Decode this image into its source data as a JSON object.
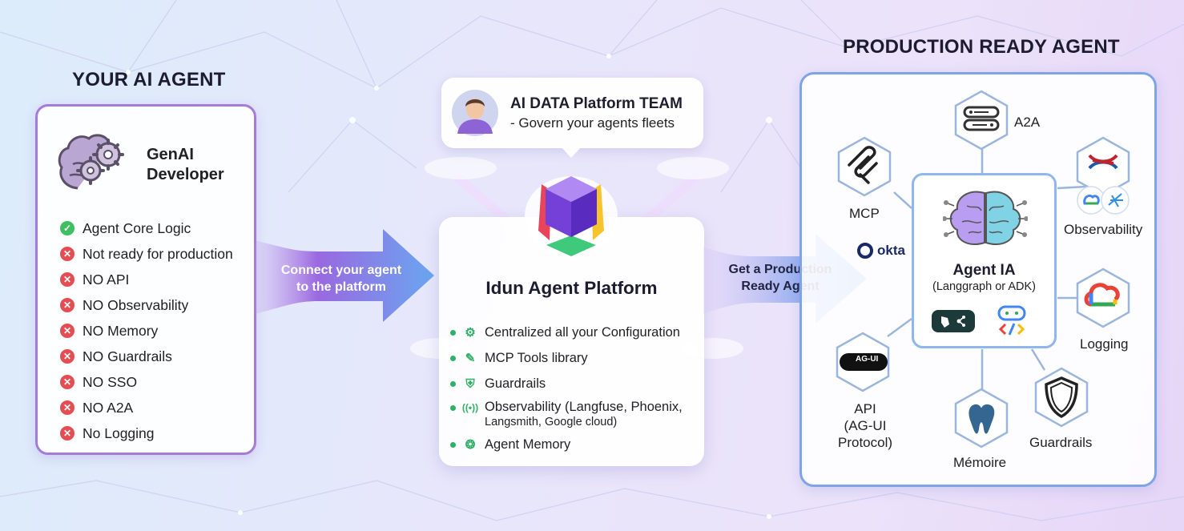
{
  "left": {
    "title": "YOUR AI AGENT",
    "developer_label_line1": "GenAI",
    "developer_label_line2": "Developer",
    "items": [
      {
        "status": "ok",
        "label": "Agent Core Logic"
      },
      {
        "status": "no",
        "label": "Not ready for production"
      },
      {
        "status": "no",
        "label": "NO API"
      },
      {
        "status": "no",
        "label": "NO Observability"
      },
      {
        "status": "no",
        "label": "NO Memory"
      },
      {
        "status": "no",
        "label": "NO Guardrails"
      },
      {
        "status": "no",
        "label": "NO SSO"
      },
      {
        "status": "no",
        "label": "NO A2A"
      },
      {
        "status": "no",
        "label": "No Logging"
      }
    ]
  },
  "arrows": {
    "connect_line1": "Connect your agent",
    "connect_line2": "to the platform",
    "production_line1": "Get a Production",
    "production_line2": "Ready Agent"
  },
  "team": {
    "title": "AI DATA Platform TEAM",
    "subtitle": "- Govern your agents fleets"
  },
  "platform": {
    "title": "Idun Agent Platform",
    "features": [
      {
        "icon": "gear-icon",
        "label": "Centralized all your Configuration"
      },
      {
        "icon": "wrench-icon",
        "label": "MCP Tools library"
      },
      {
        "icon": "shield-icon",
        "label": "Guardrails"
      },
      {
        "icon": "signal-icon",
        "label": "Observability (Langfuse, Phoenix,",
        "label2": "Langsmith, Google cloud)"
      },
      {
        "icon": "brain-icon",
        "label": "Agent Memory"
      }
    ]
  },
  "right": {
    "title": "PRODUCTION READY AGENT",
    "agent_title": "Agent IA",
    "agent_subtitle": "(Langgraph or ADK)",
    "a2a": "A2A",
    "mcp": "MCP",
    "okta": "okta",
    "observability": "Observability",
    "logging": "Logging",
    "api_line1": "API",
    "api_line2": "(AG-UI",
    "api_line3": "Protocol)",
    "agui_badge": "AG-UI",
    "memory": "Mémoire",
    "guardrails": "Guardrails"
  },
  "colors": {
    "accent_purple": "#9b6fe0",
    "accent_blue": "#5b8fe8",
    "ok_green": "#3fbf62",
    "error_red": "#e34e52"
  }
}
